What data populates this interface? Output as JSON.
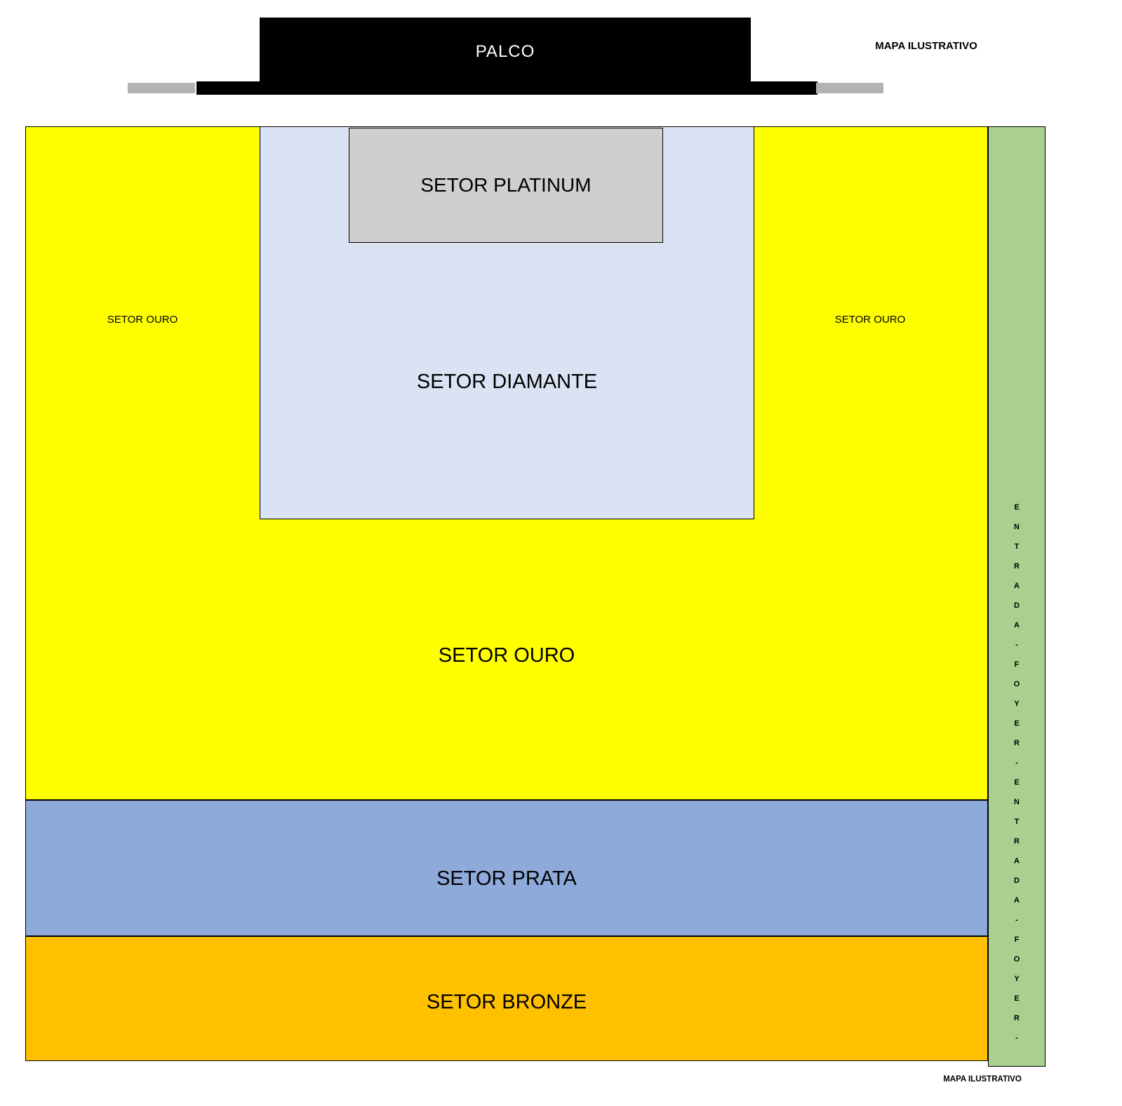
{
  "notes": {
    "top": "MAPA ILUSTRATIVO",
    "bottom": "MAPA ILUSTRATIVO"
  },
  "stage": {
    "label": "PALCO",
    "color": "#000000",
    "wing_color": "#b3b3b3"
  },
  "sectors": {
    "platinum": {
      "label": "SETOR PLATINUM",
      "color": "#d0cece"
    },
    "diamante": {
      "label": "SETOR DIAMANTE",
      "color": "#dae3f3"
    },
    "ouro": {
      "label": "SETOR OURO",
      "color": "#ffff00"
    },
    "prata": {
      "label": "SETOR PRATA",
      "color": "#8eaadb"
    },
    "bronze": {
      "label": "SETOR BRONZE",
      "color": "#ffc000"
    }
  },
  "entrance": {
    "label": "ENTRADA - FOYER - ENTRADA - FOYER -",
    "vertical_text": "ENTRADA-FOYER-ENTRADA-FOYER-",
    "color": "#a9d08e"
  }
}
